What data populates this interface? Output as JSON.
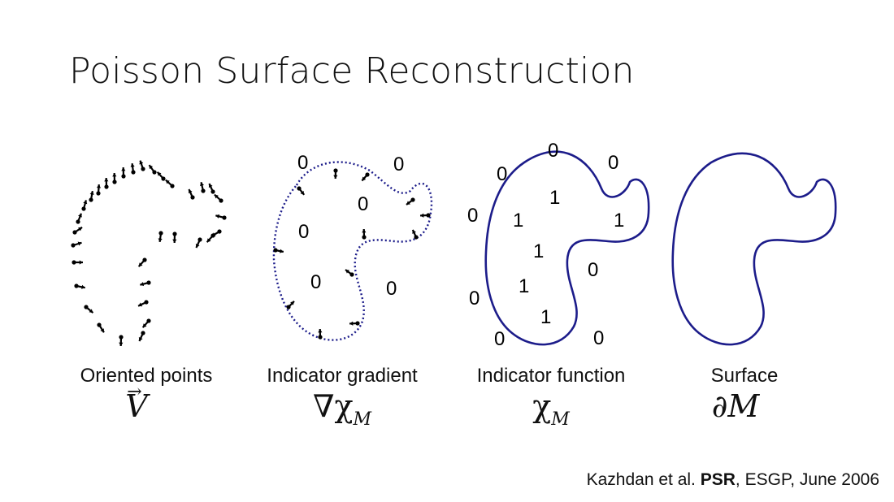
{
  "title": "Poisson Surface Reconstruction",
  "panels": [
    {
      "label": "Oriented points",
      "symbol": "V"
    },
    {
      "label": "Indicator gradient",
      "symbol": "∇χ",
      "subscript": "M"
    },
    {
      "label": "Indicator function",
      "symbol": "χ",
      "subscript": "M"
    },
    {
      "label": "Surface",
      "symbol": "∂M"
    }
  ],
  "gradient_values": [
    "0",
    "0",
    "0",
    "0",
    "0",
    "0"
  ],
  "function_values": [
    "0",
    "0",
    "0",
    "0",
    "0",
    "0",
    "0",
    "0",
    "1",
    "1",
    "1",
    "1",
    "1",
    "1"
  ],
  "citation": {
    "prefix": "Kazhdan et al.",
    "bold": "PSR",
    "suffix": ",  ESGP, June 2006"
  },
  "colors": {
    "curve": "#1c1c8a",
    "arrows": "#000000"
  },
  "icons": [
    "vector-arrow-icon"
  ]
}
